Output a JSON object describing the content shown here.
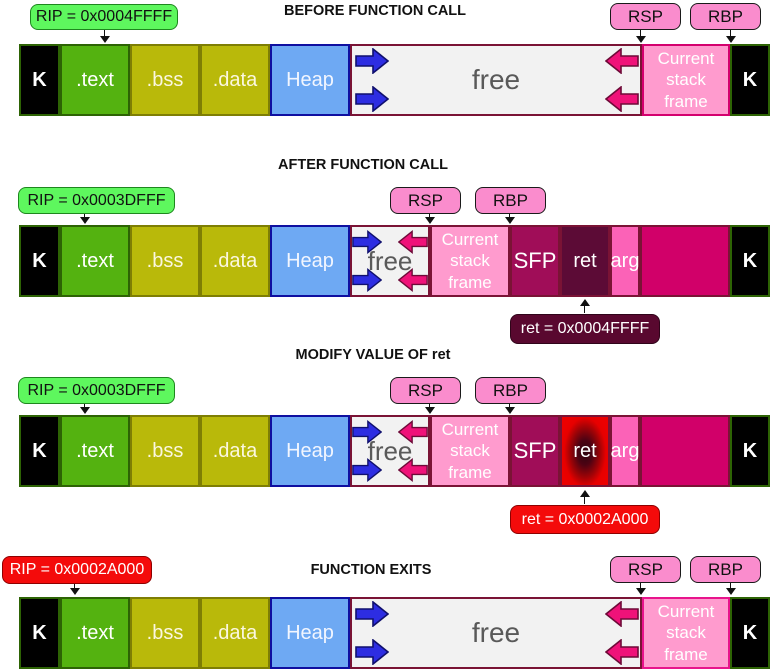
{
  "diagram": {
    "kind": "memory-layout-stack-smashing",
    "registers": {
      "rsp": "RSP",
      "rbp": "RBP"
    },
    "segments": {
      "kernel": "K",
      "text": ".text",
      "bss": ".bss",
      "data": ".data",
      "heap": "Heap",
      "free": "free",
      "stack_frame": "Current stack frame",
      "sfp": "SFP",
      "ret": "ret",
      "arg": "arg"
    },
    "panels": [
      {
        "title": "BEFORE FUNCTION CALL",
        "rip": "RIP = 0x0004FFFF"
      },
      {
        "title": "AFTER FUNCTION CALL",
        "rip": "RIP = 0x0003DFFF",
        "ret_value": "ret = 0x0004FFFF"
      },
      {
        "title": "MODIFY VALUE OF ret",
        "rip": "RIP = 0x0003DFFF",
        "ret_value": "ret = 0x0002A000"
      },
      {
        "title": "FUNCTION EXITS",
        "rip": "RIP = 0x0002A000"
      }
    ],
    "colors": {
      "rip_normal": "#5ef75e",
      "rip_hijacked": "#f40b0b",
      "register_label": "#fa8ccd",
      "stack_frame": "#ff9bce",
      "ret_cell": "#5c0b36",
      "ret_modified": "#ec0000",
      "prev_frame": "#d10069",
      "heap": "#6ea9f3",
      "code_text": "#54b210",
      "data_bss": "#b9b90a"
    }
  }
}
